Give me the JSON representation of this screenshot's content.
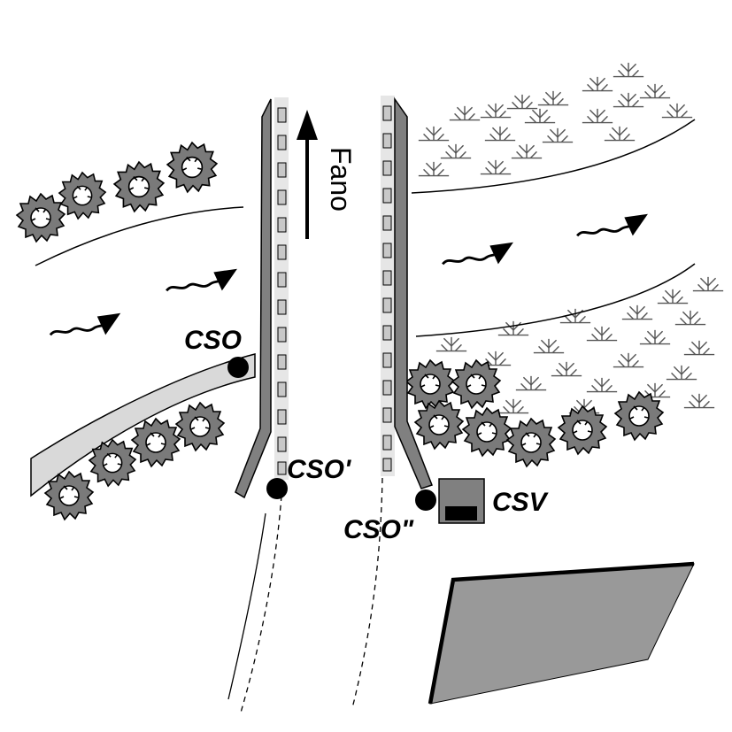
{
  "labels": {
    "direction": "Fano",
    "cso_left": "CSO",
    "cso_prime": "CSO'",
    "cso_double_prime": "CSO\"",
    "csv": "CSV"
  },
  "colors": {
    "wall": "#808080",
    "channel_fill": "#d9d9d9",
    "building": "#999999",
    "ink": "#000000"
  },
  "icons": [
    "flow-arrow-icon",
    "shrub-icon",
    "marsh-grass-icon",
    "north-arrow-icon"
  ]
}
